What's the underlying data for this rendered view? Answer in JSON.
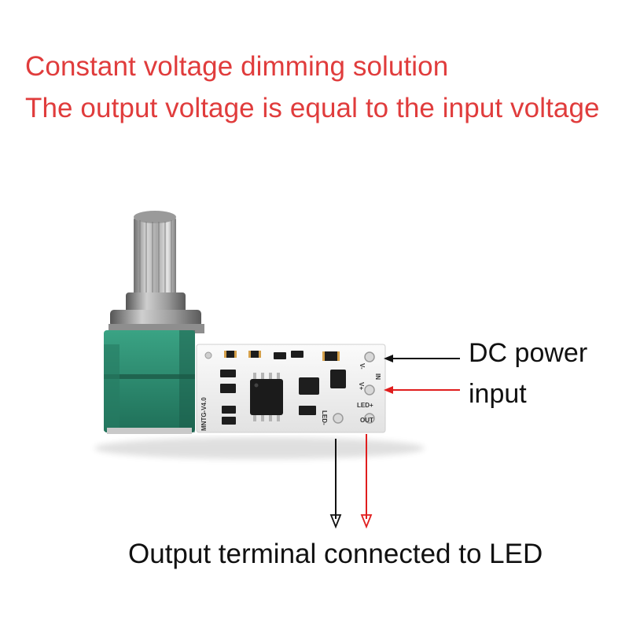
{
  "header": {
    "line1": "Constant voltage dimming solution",
    "line2": "The output voltage is equal to the input voltage",
    "color": "#e03c3c"
  },
  "labels": {
    "dc_power": "DC power",
    "input": "input",
    "output": "Output terminal connected to LED"
  },
  "board": {
    "silkscreen_model": "MNTG-V4.0",
    "pad_in": "IN",
    "pad_out": "OUT",
    "pad_v_minus": "V-",
    "pad_v_plus": "V+",
    "pad_led_plus": "LED+",
    "pad_led_minus": "LED-"
  },
  "colors": {
    "arrow_negative": "#111111",
    "arrow_positive": "#e01e1e",
    "potentiometer_body": "#2e8b6e",
    "pcb": "#f4f4f4"
  }
}
